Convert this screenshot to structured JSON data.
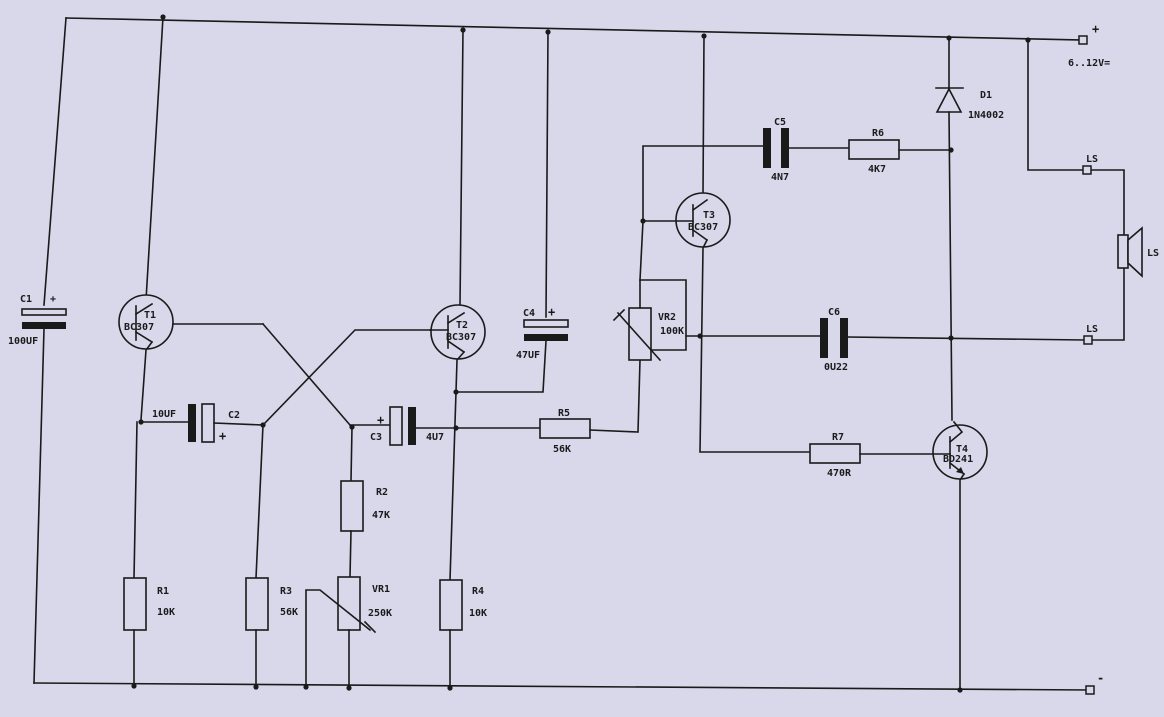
{
  "power": {
    "plus_sign": "+",
    "supply_label": "6..12V=",
    "minus_sign": "-"
  },
  "speaker": {
    "terminal_top": "LS",
    "terminal_bottom": "LS",
    "symbol_label": "LS"
  },
  "C1": {
    "ref": "C1",
    "value": "100UF",
    "polarity": "+"
  },
  "T1": {
    "ref": "T1",
    "type": "BC307"
  },
  "T2": {
    "ref": "T2",
    "type": "BC307"
  },
  "T3": {
    "ref": "T3",
    "type": "BC307"
  },
  "T4": {
    "ref": "T4",
    "type": "BD241"
  },
  "C2": {
    "ref": "C2",
    "value": "10UF",
    "polarity": "+"
  },
  "C3": {
    "ref": "C3",
    "value": "4U7",
    "polarity": "+"
  },
  "C4": {
    "ref": "C4",
    "value": "47UF",
    "polarity": "+"
  },
  "C5": {
    "ref": "C5",
    "value": "4N7"
  },
  "C6": {
    "ref": "C6",
    "value": "0U22"
  },
  "R1": {
    "ref": "R1",
    "value": "10K"
  },
  "R2": {
    "ref": "R2",
    "value": "47K"
  },
  "R3": {
    "ref": "R3",
    "value": "56K"
  },
  "R4": {
    "ref": "R4",
    "value": "10K"
  },
  "R5": {
    "ref": "R5",
    "value": "56K"
  },
  "R6": {
    "ref": "R6",
    "value": "4K7"
  },
  "R7": {
    "ref": "R7",
    "value": "470R"
  },
  "VR1": {
    "ref": "VR1",
    "value": "250K"
  },
  "VR2": {
    "ref": "VR2",
    "value": "100K"
  },
  "D1": {
    "ref": "D1",
    "value": "1N4002"
  }
}
